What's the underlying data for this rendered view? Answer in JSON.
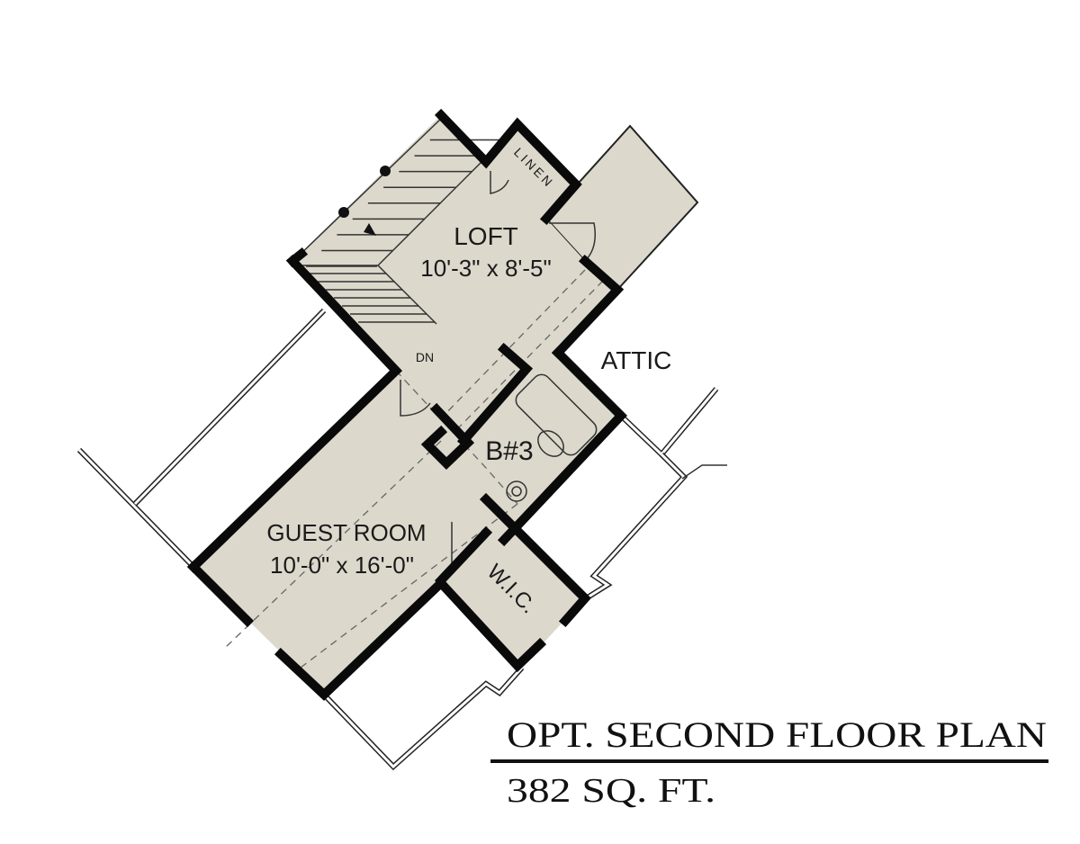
{
  "plan": {
    "rooms": {
      "loft": {
        "name": "LOFT",
        "size": "10'-3\" x 8'-5\""
      },
      "guest_room": {
        "name": "GUEST ROOM",
        "size": "10'-0\" x 16'-0\""
      },
      "bath": {
        "name": "B#3"
      },
      "wic": {
        "name": "W.I.C."
      },
      "linen": {
        "name": "LINEN"
      },
      "attic": {
        "name": "ATTIC"
      },
      "stair": {
        "label": "DN"
      }
    },
    "title": "OPT. SECOND FLOOR PLAN",
    "area": "382 SQ. FT.",
    "colors": {
      "floor": "#dcd8cc",
      "wall": "#0a0a0a",
      "background": "#ffffff"
    }
  }
}
